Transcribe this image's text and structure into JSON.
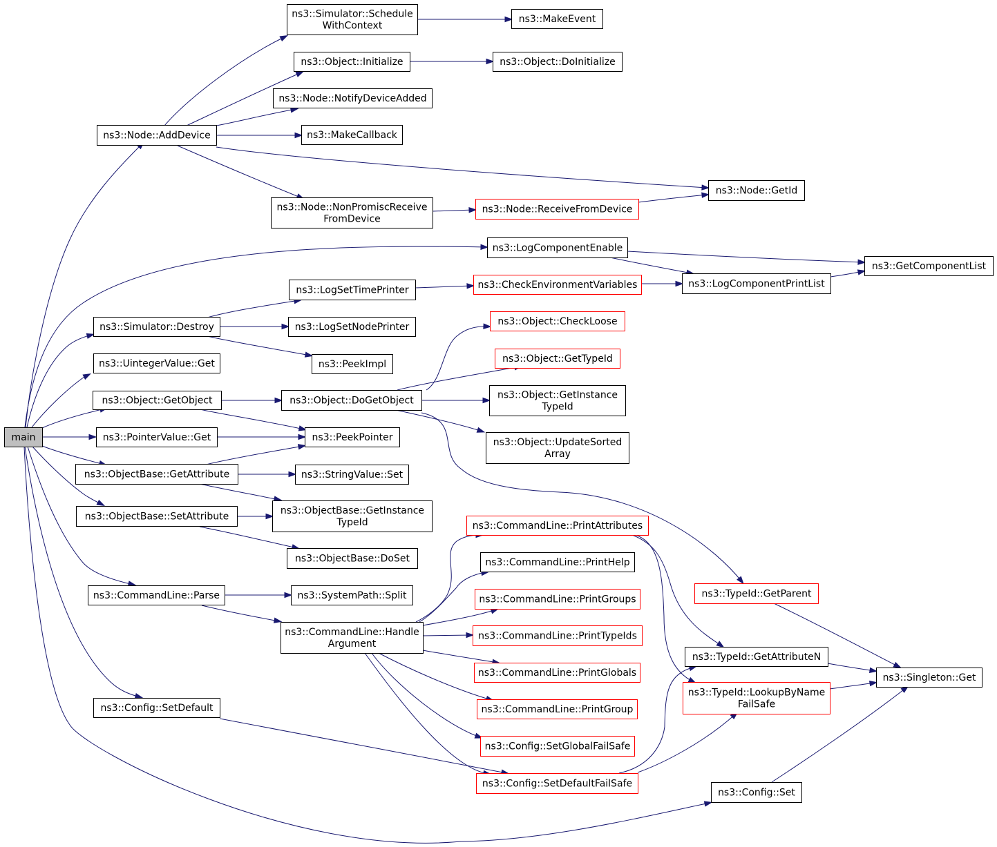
{
  "diagram": {
    "nodes": [
      {
        "id": "main",
        "label": [
          "main"
        ],
        "style": "main"
      },
      {
        "id": "addDevice",
        "label": [
          "ns3::Node::AddDevice"
        ],
        "style": "black"
      },
      {
        "id": "schedCtx",
        "label": [
          "ns3::Simulator::Schedule",
          "WithContext"
        ],
        "style": "black"
      },
      {
        "id": "makeEvent",
        "label": [
          "ns3::MakeEvent"
        ],
        "style": "black"
      },
      {
        "id": "objInit",
        "label": [
          "ns3::Object::Initialize"
        ],
        "style": "black"
      },
      {
        "id": "objDoInit",
        "label": [
          "ns3::Object::DoInitialize"
        ],
        "style": "black"
      },
      {
        "id": "notifyDev",
        "label": [
          "ns3::Node::NotifyDeviceAdded"
        ],
        "style": "black"
      },
      {
        "id": "makeCallback",
        "label": [
          "ns3::MakeCallback"
        ],
        "style": "black"
      },
      {
        "id": "getId",
        "label": [
          "ns3::Node::GetId"
        ],
        "style": "black"
      },
      {
        "id": "nonPromisc",
        "label": [
          "ns3::Node::NonPromiscReceive",
          "FromDevice"
        ],
        "style": "black"
      },
      {
        "id": "recvFromDev",
        "label": [
          "ns3::Node::ReceiveFromDevice"
        ],
        "style": "red"
      },
      {
        "id": "logCompEnable",
        "label": [
          "ns3::LogComponentEnable"
        ],
        "style": "black"
      },
      {
        "id": "getCompList",
        "label": [
          "ns3::GetComponentList"
        ],
        "style": "black"
      },
      {
        "id": "logCompPrint",
        "label": [
          "ns3::LogComponentPrintList"
        ],
        "style": "black"
      },
      {
        "id": "checkEnv",
        "label": [
          "ns3::CheckEnvironmentVariables"
        ],
        "style": "red"
      },
      {
        "id": "logSetTime",
        "label": [
          "ns3::LogSetTimePrinter"
        ],
        "style": "black"
      },
      {
        "id": "simDestroy",
        "label": [
          "ns3::Simulator::Destroy"
        ],
        "style": "black"
      },
      {
        "id": "logSetNode",
        "label": [
          "ns3::LogSetNodePrinter"
        ],
        "style": "black"
      },
      {
        "id": "peekImpl",
        "label": [
          "ns3::PeekImpl"
        ],
        "style": "black"
      },
      {
        "id": "uintGet",
        "label": [
          "ns3::UintegerValue::Get"
        ],
        "style": "black"
      },
      {
        "id": "checkLoose",
        "label": [
          "ns3::Object::CheckLoose"
        ],
        "style": "red"
      },
      {
        "id": "objGetTypeId",
        "label": [
          "ns3::Object::GetTypeId"
        ],
        "style": "red"
      },
      {
        "id": "objGetObject",
        "label": [
          "ns3::Object::GetObject"
        ],
        "style": "black"
      },
      {
        "id": "doGetObject",
        "label": [
          "ns3::Object::DoGetObject"
        ],
        "style": "black"
      },
      {
        "id": "objGetInstTid",
        "label": [
          "ns3::Object::GetInstance",
          "TypeId"
        ],
        "style": "black"
      },
      {
        "id": "updateSorted",
        "label": [
          "ns3::Object::UpdateSorted",
          "Array"
        ],
        "style": "black"
      },
      {
        "id": "ptrGet",
        "label": [
          "ns3::PointerValue::Get"
        ],
        "style": "black"
      },
      {
        "id": "peekPointer",
        "label": [
          "ns3::PeekPointer"
        ],
        "style": "black"
      },
      {
        "id": "obGetAttr",
        "label": [
          "ns3::ObjectBase::GetAttribute"
        ],
        "style": "black"
      },
      {
        "id": "strSet",
        "label": [
          "ns3::StringValue::Set"
        ],
        "style": "black"
      },
      {
        "id": "obSetAttr",
        "label": [
          "ns3::ObjectBase::SetAttribute"
        ],
        "style": "black"
      },
      {
        "id": "obGetInstTid",
        "label": [
          "ns3::ObjectBase::GetInstance",
          "TypeId"
        ],
        "style": "black"
      },
      {
        "id": "obDoSet",
        "label": [
          "ns3::ObjectBase::DoSet"
        ],
        "style": "black"
      },
      {
        "id": "clPrintAttrs",
        "label": [
          "ns3::CommandLine::PrintAttributes"
        ],
        "style": "red"
      },
      {
        "id": "clPrintHelp",
        "label": [
          "ns3::CommandLine::PrintHelp"
        ],
        "style": "black"
      },
      {
        "id": "tidGetParent",
        "label": [
          "ns3::TypeId::GetParent"
        ],
        "style": "red"
      },
      {
        "id": "clParse",
        "label": [
          "ns3::CommandLine::Parse"
        ],
        "style": "black"
      },
      {
        "id": "sysSplit",
        "label": [
          "ns3::SystemPath::Split"
        ],
        "style": "black"
      },
      {
        "id": "clPrintGroups",
        "label": [
          "ns3::CommandLine::PrintGroups"
        ],
        "style": "red"
      },
      {
        "id": "clHandleArg",
        "label": [
          "ns3::CommandLine::Handle",
          "Argument"
        ],
        "style": "black"
      },
      {
        "id": "clPrintTypeIds",
        "label": [
          "ns3::CommandLine::PrintTypeIds"
        ],
        "style": "red"
      },
      {
        "id": "tidGetAttrN",
        "label": [
          "ns3::TypeId::GetAttributeN"
        ],
        "style": "black"
      },
      {
        "id": "clPrintGlobals",
        "label": [
          "ns3::CommandLine::PrintGlobals"
        ],
        "style": "red"
      },
      {
        "id": "singletonGet",
        "label": [
          "ns3::Singleton::Get"
        ],
        "style": "black"
      },
      {
        "id": "tidLookup",
        "label": [
          "ns3::TypeId::LookupByName",
          "FailSafe"
        ],
        "style": "red"
      },
      {
        "id": "cfgSetDefault",
        "label": [
          "ns3::Config::SetDefault"
        ],
        "style": "black"
      },
      {
        "id": "clPrintGroup",
        "label": [
          "ns3::CommandLine::PrintGroup"
        ],
        "style": "red"
      },
      {
        "id": "cfgSetGlobalFS",
        "label": [
          "ns3::Config::SetGlobalFailSafe"
        ],
        "style": "red"
      },
      {
        "id": "cfgSetDefaultFS",
        "label": [
          "ns3::Config::SetDefaultFailSafe"
        ],
        "style": "red"
      },
      {
        "id": "cfgSet",
        "label": [
          "ns3::Config::Set"
        ],
        "style": "black"
      }
    ],
    "edges": [
      [
        "main",
        "addDevice"
      ],
      [
        "main",
        "logCompEnable"
      ],
      [
        "main",
        "simDestroy"
      ],
      [
        "main",
        "uintGet"
      ],
      [
        "main",
        "objGetObject"
      ],
      [
        "main",
        "ptrGet"
      ],
      [
        "main",
        "obGetAttr"
      ],
      [
        "main",
        "obSetAttr"
      ],
      [
        "main",
        "clParse"
      ],
      [
        "main",
        "cfgSetDefault"
      ],
      [
        "main",
        "cfgSet"
      ],
      [
        "addDevice",
        "schedCtx"
      ],
      [
        "addDevice",
        "objInit"
      ],
      [
        "addDevice",
        "notifyDev"
      ],
      [
        "addDevice",
        "makeCallback"
      ],
      [
        "addDevice",
        "getId"
      ],
      [
        "addDevice",
        "nonPromisc"
      ],
      [
        "schedCtx",
        "makeEvent"
      ],
      [
        "objInit",
        "objDoInit"
      ],
      [
        "nonPromisc",
        "recvFromDev"
      ],
      [
        "recvFromDev",
        "getId"
      ],
      [
        "logCompEnable",
        "getCompList"
      ],
      [
        "logCompEnable",
        "logCompPrint"
      ],
      [
        "logCompPrint",
        "getCompList"
      ],
      [
        "checkEnv",
        "logCompPrint"
      ],
      [
        "logSetTime",
        "checkEnv"
      ],
      [
        "simDestroy",
        "logSetTime"
      ],
      [
        "simDestroy",
        "logSetNode"
      ],
      [
        "simDestroy",
        "peekImpl"
      ],
      [
        "objGetObject",
        "doGetObject"
      ],
      [
        "objGetObject",
        "peekPointer"
      ],
      [
        "doGetObject",
        "checkLoose"
      ],
      [
        "doGetObject",
        "objGetTypeId"
      ],
      [
        "doGetObject",
        "objGetInstTid"
      ],
      [
        "doGetObject",
        "updateSorted"
      ],
      [
        "doGetObject",
        "tidGetParent"
      ],
      [
        "ptrGet",
        "peekPointer"
      ],
      [
        "obGetAttr",
        "peekPointer"
      ],
      [
        "obGetAttr",
        "strSet"
      ],
      [
        "obGetAttr",
        "obGetInstTid"
      ],
      [
        "obSetAttr",
        "obGetInstTid"
      ],
      [
        "obSetAttr",
        "obDoSet"
      ],
      [
        "clParse",
        "sysSplit"
      ],
      [
        "clParse",
        "clHandleArg"
      ],
      [
        "clHandleArg",
        "clPrintAttrs"
      ],
      [
        "clHandleArg",
        "clPrintHelp"
      ],
      [
        "clHandleArg",
        "clPrintGroups"
      ],
      [
        "clHandleArg",
        "clPrintTypeIds"
      ],
      [
        "clHandleArg",
        "clPrintGlobals"
      ],
      [
        "clHandleArg",
        "clPrintGroup"
      ],
      [
        "clHandleArg",
        "cfgSetGlobalFS"
      ],
      [
        "clHandleArg",
        "cfgSetDefaultFS"
      ],
      [
        "clPrintAttrs",
        "tidGetAttrN"
      ],
      [
        "clPrintAttrs",
        "tidLookup"
      ],
      [
        "tidGetParent",
        "singletonGet"
      ],
      [
        "tidGetAttrN",
        "singletonGet"
      ],
      [
        "tidLookup",
        "singletonGet"
      ],
      [
        "cfgSetDefault",
        "cfgSetDefaultFS"
      ],
      [
        "cfgSetDefaultFS",
        "tidGetAttrN"
      ],
      [
        "cfgSetDefaultFS",
        "tidLookup"
      ],
      [
        "cfgSet",
        "singletonGet"
      ]
    ]
  }
}
